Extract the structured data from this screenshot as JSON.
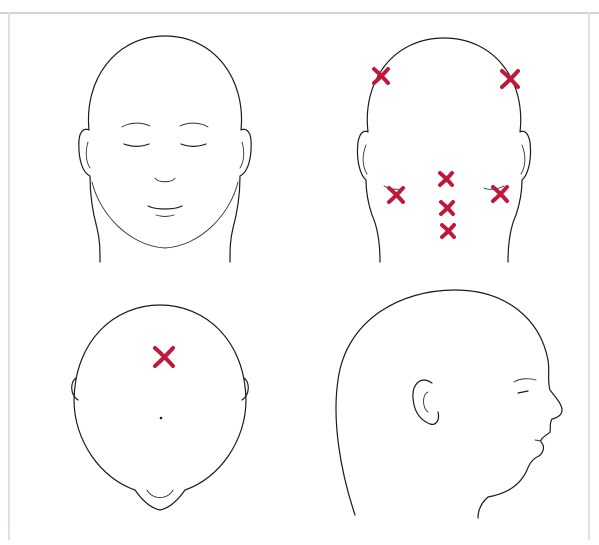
{
  "diagram": {
    "marker_color": "#c0183a",
    "line_color": "#1b1b1b",
    "background": "#ffffff",
    "views": [
      {
        "id": "front",
        "marks": 0
      },
      {
        "id": "back",
        "marks": 7
      },
      {
        "id": "top",
        "marks": 1
      },
      {
        "id": "side",
        "marks": 0
      }
    ]
  }
}
